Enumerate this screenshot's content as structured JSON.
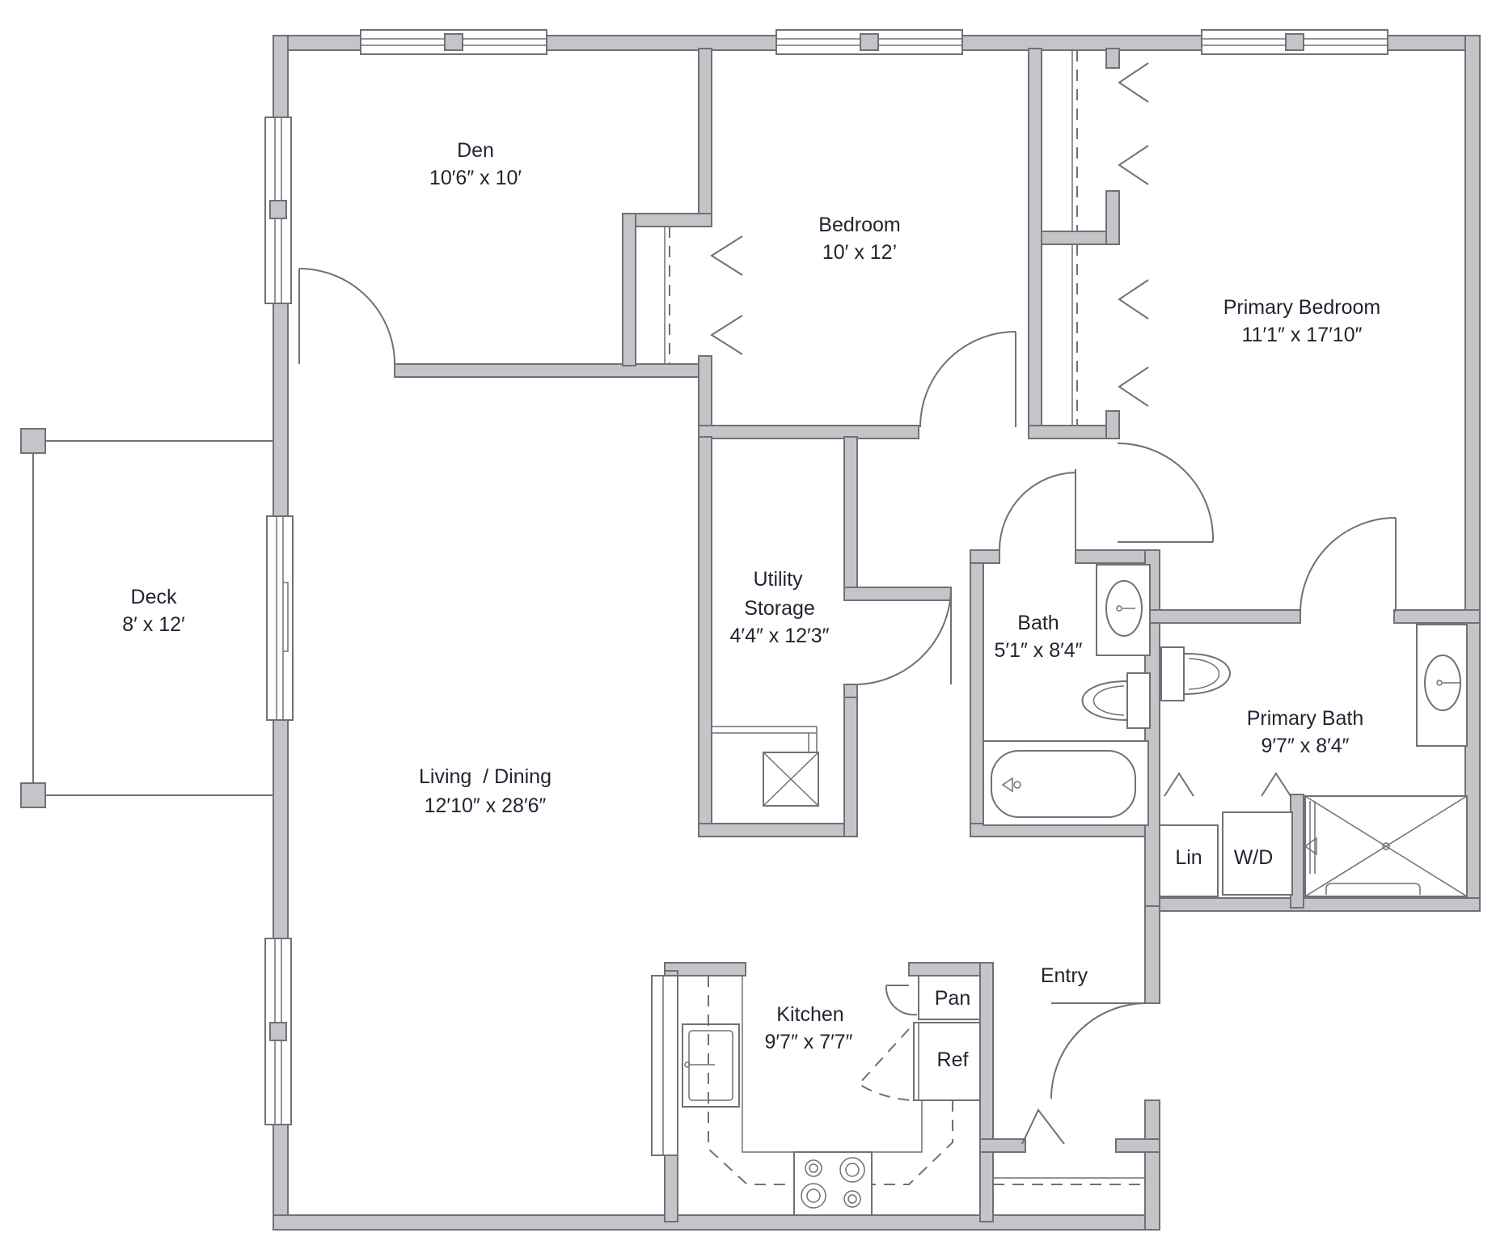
{
  "rooms": {
    "den": {
      "name": "Den",
      "size": "10′6″ x 10′"
    },
    "bedroom": {
      "name": "Bedroom",
      "size": "10′ x 12’"
    },
    "primary_bedroom": {
      "name": "Primary Bedroom",
      "size": "11′1″ x 17′10″"
    },
    "deck": {
      "name": "Deck",
      "size": "8′ x 12′"
    },
    "utility_storage": {
      "name_line1": "Utility",
      "name_line2": "Storage",
      "size": "4′4″ x 12′3″"
    },
    "bath": {
      "name": "Bath",
      "size": "5′1″ x 8′4″"
    },
    "primary_bath": {
      "name": "Primary Bath",
      "size": "9′7″ x 8′4″"
    },
    "living_dining": {
      "name": "Living  / Dining",
      "size": "12′10″ x 28′6″"
    },
    "kitchen": {
      "name": "Kitchen",
      "size": "9′7″ x 7′7″"
    },
    "entry": {
      "name": "Entry"
    }
  },
  "fixtures": {
    "linen": "Lin",
    "washer_dryer": "W/D",
    "pantry": "Pan",
    "refrigerator": "Ref"
  }
}
